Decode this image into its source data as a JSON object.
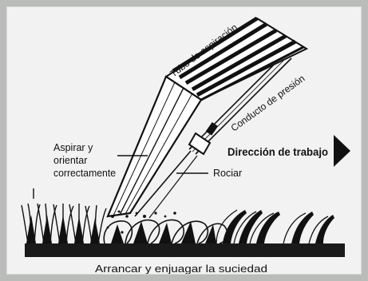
{
  "labels": {
    "suction_tube": "Tubo de aspiración",
    "pressure_duct": "Conducto de presión",
    "work_direction": "Dirección de trabajo",
    "aspirate_line1": "Aspirar y",
    "aspirate_line2": "orientar",
    "aspirate_line3": "correctamente",
    "spray": "Rociar",
    "bottom_caption": "Arrancar y enjuagar la suciedad"
  },
  "colors": {
    "page_bg": "#b9bcb8",
    "frame_bg": "#f2f2f2",
    "ink": "#111111",
    "carpet": "#1a1a1a"
  },
  "icons": {
    "direction_arrow": "arrow-right-icon"
  }
}
